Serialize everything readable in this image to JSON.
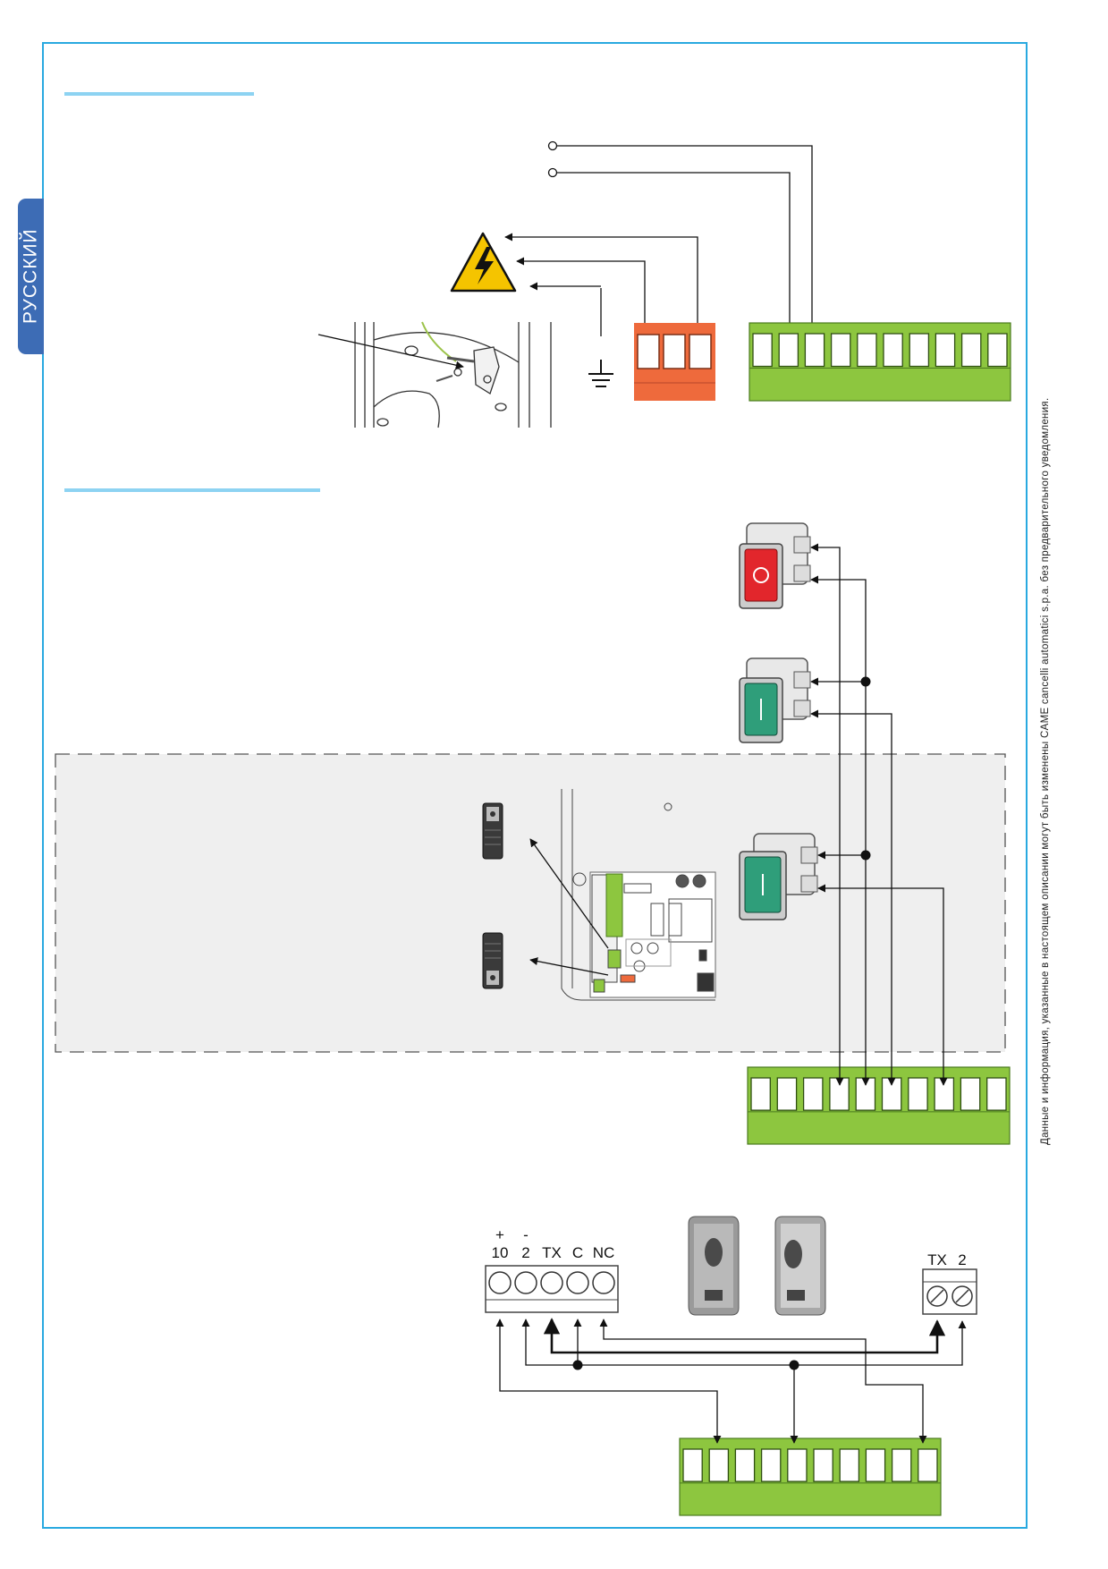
{
  "sidebar": {
    "language_label": "РУССКИЙ"
  },
  "footer": {
    "disclaimer": "Данные и информация, указанные в настоящем описании могут быть изменены CAME cancelli automatici s.p.a. без предварительного уведомления."
  },
  "receiver_terminal": {
    "polarity": [
      "+",
      "-"
    ],
    "labels": [
      "10",
      "2",
      "TX",
      "C",
      "NC"
    ]
  },
  "transmitter_terminal": {
    "labels": [
      "TX",
      "2"
    ]
  },
  "colors": {
    "frame": "#29a9e0",
    "section_rule": "#8dd3f2",
    "language_tab": "#3d6cb5",
    "terminal_green": "#8dc63f",
    "terminal_green_dark": "#4a7a1e",
    "power_terminal": "#ee6a3c",
    "warning_yellow": "#f5c400",
    "stop_button": "#e2262c",
    "start_button": "#2f9e7a",
    "shaded_area": "#efefef"
  },
  "icons": [
    "high-voltage-warning-icon",
    "earth-ground-icon",
    "stop-button-icon",
    "open-button-icon",
    "close-button-icon",
    "remote-transmitter-icon",
    "jumper-icon"
  ]
}
